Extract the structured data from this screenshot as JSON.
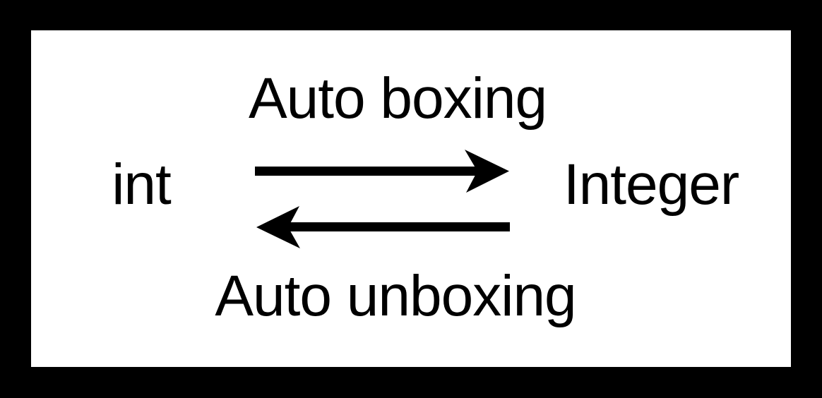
{
  "diagram": {
    "title_semantic": "Java autoboxing and auto-unboxing conversion diagram",
    "left_node": {
      "label": "int"
    },
    "right_node": {
      "label": "Integer"
    },
    "top_arrow": {
      "label": "Auto boxing",
      "direction": "left-to-right",
      "from": "int",
      "to": "Integer"
    },
    "bottom_arrow": {
      "label": "Auto unboxing",
      "direction": "right-to-left",
      "from": "Integer",
      "to": "int"
    },
    "colors": {
      "frame_background": "#000000",
      "panel_background": "#ffffff",
      "ink": "#000000"
    }
  }
}
